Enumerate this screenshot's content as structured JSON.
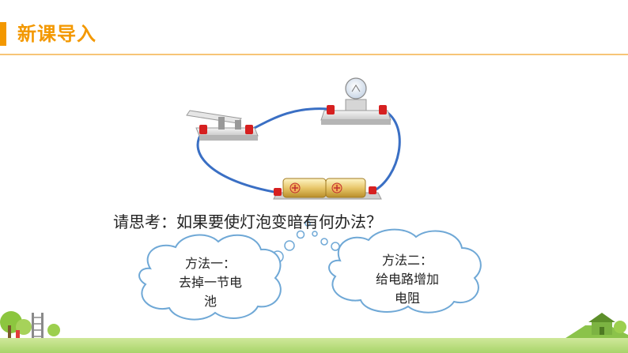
{
  "header": {
    "title": "新课导入"
  },
  "question": "请思考：如果要使灯泡变暗有何办法？",
  "method1": {
    "line1": "方法一：",
    "line2": "去掉一节电",
    "line3": "池"
  },
  "method2": {
    "line1": "方法二：",
    "line2": "给电路增加",
    "line3": "电阻"
  },
  "colors": {
    "accent": "#f39800",
    "wire": "#3a6fc4",
    "battery": "#e8c76a"
  }
}
